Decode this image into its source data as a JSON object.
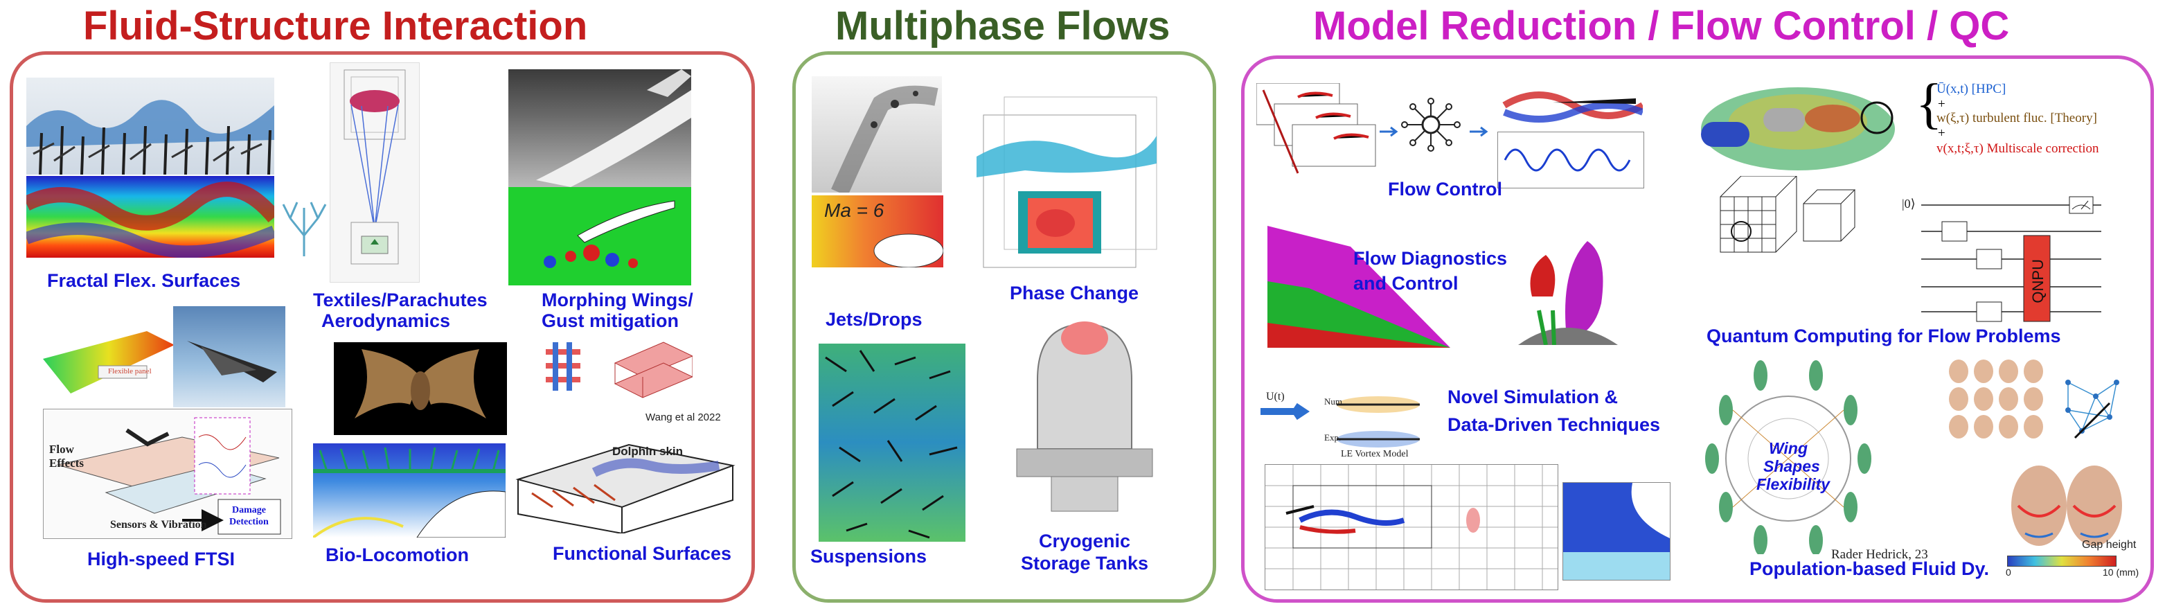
{
  "sections": {
    "fsi": {
      "title": "Fluid-Structure Interaction",
      "color": "#c41e1e",
      "border": "#cf5a5a"
    },
    "multiphase": {
      "title": "Multiphase Flows",
      "color": "#3a5f26",
      "border": "#8bb06c"
    },
    "modelred": {
      "title": "Model Reduction / Flow Control / QC",
      "color": "#cc1fc4",
      "border": "#cf52c9"
    }
  },
  "fsi_labels": {
    "fractal": "Fractal  Flex. Surfaces",
    "textiles_1": "Textiles/Parachutes",
    "textiles_2": "Aerodynamics",
    "morphing_1": "Morphing Wings/",
    "morphing_2": "Gust mitigation",
    "highspeed": "High-speed FTSI",
    "biolocomotion": "Bio-Locomotion",
    "functional": "Functional Surfaces",
    "wang_ref": "Wang et al 2022",
    "dolphin": "Dolphin skin",
    "flow_effects_1": "Flow",
    "flow_effects_2": "Effects",
    "sensors": "Sensors & Vibration",
    "damage_1": "Damage",
    "damage_2": "Detection",
    "flexible_panel": "Flexible panel"
  },
  "mp_labels": {
    "mach": "Ma = 6",
    "jets": "Jets/Drops",
    "phase": "Phase Change",
    "suspensions": "Suspensions",
    "cryo_1": "Cryogenic",
    "cryo_2": "Storage Tanks"
  },
  "mr_labels": {
    "flow_control": "Flow Control",
    "diag_1": "Flow Diagnostics",
    "diag_2": "and Control",
    "novel_1": "Novel Simulation &",
    "novel_2": "Data-Driven  Techniques",
    "le_vortex": "LE Vortex Model",
    "ut": "U(t)",
    "num": "Num.",
    "exp": "Exp.",
    "quantum": "Quantum Computing  for Flow Problems",
    "population": "Population-based Fluid Dy.",
    "wing_1": "Wing",
    "wing_2": "Shapes",
    "wing_3": "Flexibility",
    "rader": "Rader Hedrick, 23",
    "gap": "Gap height",
    "cb_min": "0",
    "cb_max": "10 (mm)",
    "qnpu": "QNPU",
    "eq_hpc": "[HPC]",
    "eq_theory": "turbulent fluc. [Theory]",
    "eq_multi": "Multiscale correction",
    "ket0": "|0⟩"
  },
  "colors": {
    "blue_label": "#1515d6",
    "qnpu_fill": "#e23b2f"
  }
}
